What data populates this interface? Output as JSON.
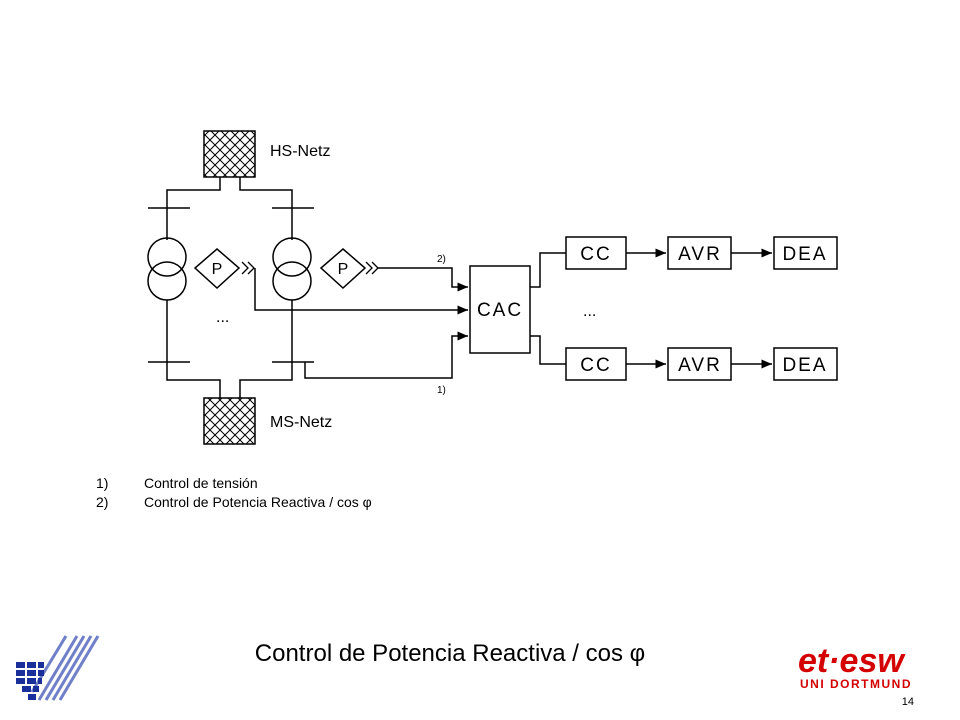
{
  "diagram": {
    "hs_netz": "HS-Netz",
    "ms_netz": "MS-Netz",
    "p_label": "P",
    "cac_label": "CAC",
    "ellipsis": "...",
    "marker_1": "1)",
    "marker_2": "2)",
    "rows": [
      {
        "cc": "CC",
        "avr": "AVR",
        "dea": "DEA"
      },
      {
        "cc": "CC",
        "avr": "AVR",
        "dea": "DEA"
      }
    ]
  },
  "notes": [
    {
      "num": "1)",
      "text": "Control de tensión"
    },
    {
      "num": "2)",
      "text": "Control de Potencia Reactiva / cos φ"
    }
  ],
  "slide_title": "Control de Potencia Reactiva / cos φ",
  "page_number": "14",
  "logo_right": {
    "line1": "et·esw",
    "line2": "UNI DORTMUND"
  },
  "colors": {
    "logo_red": "#d40000",
    "logo_blue": "#1a2f9a",
    "logo_stripes": "#6f7fc8"
  }
}
